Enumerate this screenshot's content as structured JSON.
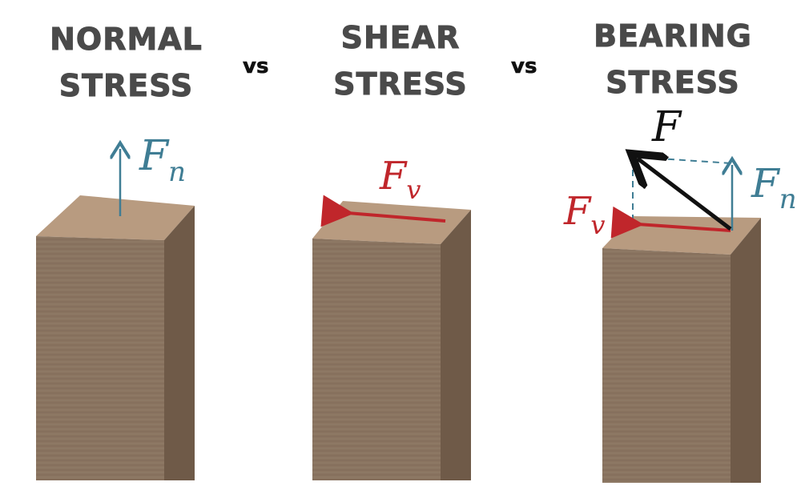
{
  "panels": [
    {
      "title_line1": "NORMAL",
      "title_line2": "STRESS"
    },
    {
      "title_line1": "SHEAR",
      "title_line2": "STRESS"
    },
    {
      "title_line1": "BEARING",
      "title_line2": "STRESS"
    }
  ],
  "separators": [
    "vs",
    "vs"
  ],
  "force_labels": {
    "normal": {
      "main": "F",
      "sub": "n"
    },
    "shear": {
      "main": "F",
      "sub": "v"
    },
    "resultant": {
      "main": "F"
    },
    "bearing_shear": {
      "main": "F",
      "sub": "v"
    },
    "bearing_normal": {
      "main": "F",
      "sub": "n"
    }
  },
  "colors": {
    "normal_force": "#3f7d94",
    "shear_force": "#c0262b",
    "resultant_force": "#111111",
    "block_front": "#8a7460",
    "block_side": "#6f5a48",
    "block_top": "#b89b80",
    "title": "#4a4a4a"
  }
}
